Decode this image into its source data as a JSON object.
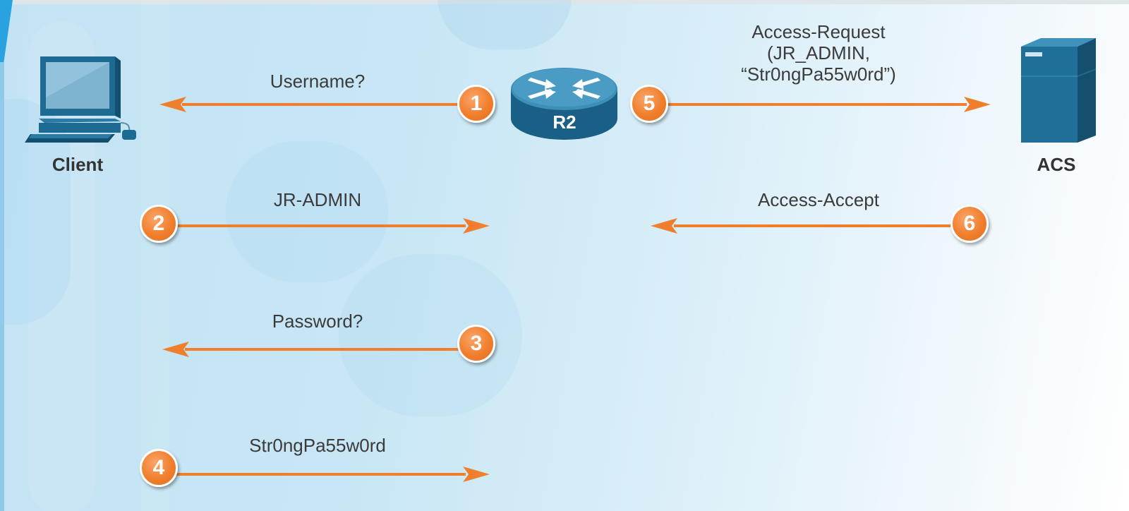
{
  "devices": {
    "client": {
      "label": "Client",
      "icon": "desktop-computer-icon"
    },
    "router": {
      "label": "R2",
      "icon": "router-icon"
    },
    "server": {
      "label": "ACS",
      "icon": "server-tower-icon"
    }
  },
  "steps": [
    {
      "number": "1",
      "label": "Username?",
      "direction": "router-to-client"
    },
    {
      "number": "2",
      "label": "JR-ADMIN",
      "direction": "client-to-router"
    },
    {
      "number": "3",
      "label": "Password?",
      "direction": "router-to-client"
    },
    {
      "number": "4",
      "label": "Str0ngPa55w0rd",
      "direction": "client-to-router"
    },
    {
      "number": "5",
      "label_lines": [
        "Access-Request",
        "(JR_ADMIN,",
        "“Str0ngPa55w0rd”)"
      ],
      "direction": "router-to-server"
    },
    {
      "number": "6",
      "label": "Access-Accept",
      "direction": "server-to-router"
    }
  ],
  "colors": {
    "arrow": "#f07f2d",
    "device": "#1f6f98",
    "background": "#c8e6f5"
  }
}
